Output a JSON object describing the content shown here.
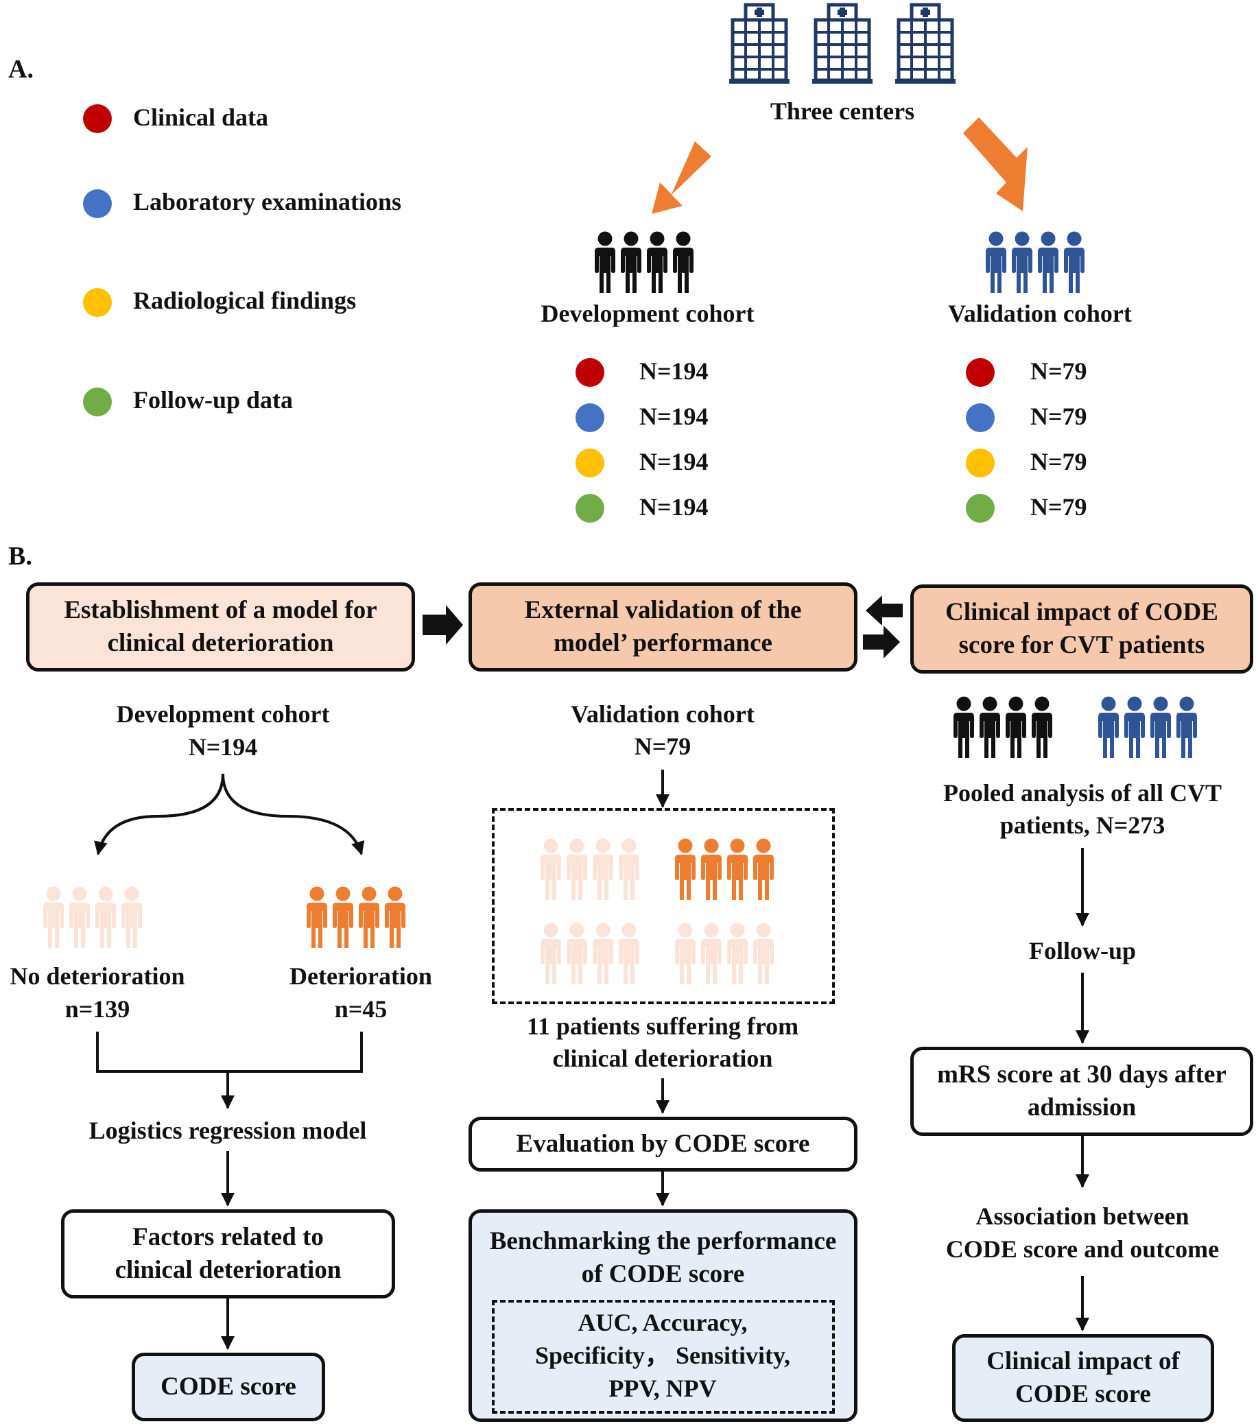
{
  "panel_a": {
    "label": "A.",
    "legend": [
      {
        "label": "Clinical data",
        "color": "#c00000",
        "icon": "red-dot"
      },
      {
        "label": "Laboratory examinations",
        "color": "#4472c4",
        "icon": "blue-dot"
      },
      {
        "label": "Radiological findings",
        "color": "#ffc000",
        "icon": "yellow-dot"
      },
      {
        "label": "Follow-up data",
        "color": "#70ad47",
        "icon": "green-dot"
      }
    ],
    "centers_label": "Three centers",
    "development": {
      "title": "Development cohort",
      "counts": [
        "N=194",
        "N=194",
        "N=194",
        "N=194"
      ]
    },
    "validation": {
      "title": "Validation cohort",
      "counts": [
        "N=79",
        "N=79",
        "N=79",
        "N=79"
      ]
    }
  },
  "panel_b": {
    "label": "B.",
    "col1": {
      "header": "Establishment of a model for clinical deterioration",
      "cohort_title": "Development cohort",
      "cohort_n": "N=194",
      "no_det_label": "No deterioration",
      "no_det_n": "n=139",
      "det_label": "Deterioration",
      "det_n": "n=45",
      "regression": "Logistics regression model",
      "factors": "Factors related to clinical deterioration",
      "score": "CODE score"
    },
    "col2": {
      "header": "External validation of the model’ performance",
      "cohort_title": "Validation cohort",
      "cohort_n": "N=79",
      "patients_line1": "11 patients suffering from",
      "patients_line2": "clinical deterioration",
      "evaluation": "Evaluation by CODE score",
      "benchmark": "Benchmarking the performance of CODE score",
      "metrics_line1": "AUC, Accuracy,",
      "metrics_line2": "Specificity， Sensitivity,",
      "metrics_line3": "PPV, NPV"
    },
    "col3": {
      "header": "Clinical impact of CODE score for CVT patients",
      "pooled_line1": "Pooled analysis of all CVT",
      "pooled_line2": "patients, N=273",
      "followup": "Follow-up",
      "mrs": "mRS score at 30 days after admission",
      "assoc_line1": "Association between",
      "assoc_line2": "CODE score and outcome",
      "impact": "Clinical impact of CODE score"
    }
  },
  "colors": {
    "orange": "#ed7d31",
    "light_orange": "#fbe3d7",
    "mid_orange": "#f6c8ac",
    "blue_people": "#2f5597",
    "hospital": "#1f3864",
    "box_blue": "#e6edf6"
  }
}
